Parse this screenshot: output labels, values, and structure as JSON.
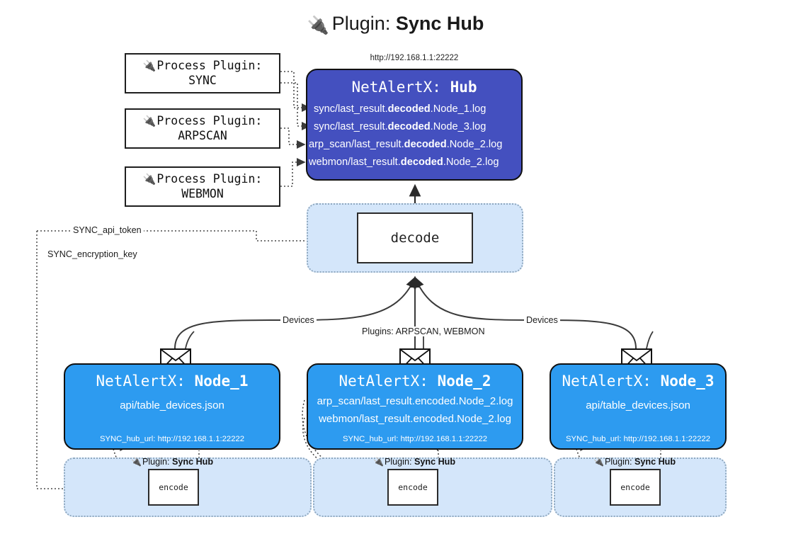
{
  "title": {
    "icon": "plug-icon",
    "prefix": "Plugin:",
    "name": "Sync Hub"
  },
  "process_plugins": [
    {
      "icon": "plug-icon",
      "header": "Process Plugin:",
      "name": "SYNC"
    },
    {
      "icon": "plug-icon",
      "header": "Process Plugin:",
      "name": "ARPSCAN"
    },
    {
      "icon": "plug-icon",
      "header": "Process Plugin:",
      "name": "WEBMON"
    }
  ],
  "hub": {
    "caption": "http://192.168.1.1:22222",
    "title_prefix": "NetAlertX:",
    "title_name": "Hub",
    "logs": [
      {
        "pre": "sync/last_result.",
        "em": "decoded",
        "post": ".Node_1.log"
      },
      {
        "pre": "sync/last_result.",
        "em": "decoded",
        "post": ".Node_3.log"
      },
      {
        "pre": "arp_scan/last_result.",
        "em": "decoded",
        "post": ".Node_2.log"
      },
      {
        "pre": "webmon/last_result.",
        "em": "decoded",
        "post": ".Node_2.log"
      }
    ]
  },
  "decode": {
    "label": "decode"
  },
  "secrets": {
    "api_token": "SYNC_api_token",
    "encryption_key": "SYNC_encryption_key"
  },
  "edge_labels": {
    "devices_left": "Devices",
    "devices_right": "Devices",
    "plugins_center": "Plugins: ARPSCAN, WEBMON"
  },
  "nodes": [
    {
      "title_prefix": "NetAlertX:",
      "title_name": "Node_1",
      "lines": [
        "api/table_devices.json"
      ],
      "footer": "SYNC_hub_url: http://192.168.1.1:22222",
      "envelope_icon": "envelope-icon"
    },
    {
      "title_prefix": "NetAlertX:",
      "title_name": "Node_2",
      "lines": [
        "arp_scan/last_result.encoded.Node_2.log",
        "webmon/last_result.encoded.Node_2.log"
      ],
      "footer": "SYNC_hub_url: http://192.168.1.1:22222",
      "envelope_icon": "envelope-icon"
    },
    {
      "title_prefix": "NetAlertX:",
      "title_name": "Node_3",
      "lines": [
        "api/table_devices.json"
      ],
      "footer": "SYNC_hub_url: http://192.168.1.1:22222",
      "envelope_icon": "envelope-icon"
    }
  ],
  "plugin_containers": [
    {
      "icon": "plug-icon",
      "prefix": "Plugin:",
      "name": "Sync Hub",
      "action": "encode"
    },
    {
      "icon": "plug-icon",
      "prefix": "Plugin:",
      "name": "Sync Hub",
      "action": "encode"
    },
    {
      "icon": "plug-icon",
      "prefix": "Plugin:",
      "name": "Sync Hub",
      "action": "encode"
    }
  ],
  "colors": {
    "hub": "#4450bf",
    "node": "#2d9bf0",
    "container": "#d4e6fa",
    "stroke": "#101010",
    "background": "#ffffff"
  }
}
